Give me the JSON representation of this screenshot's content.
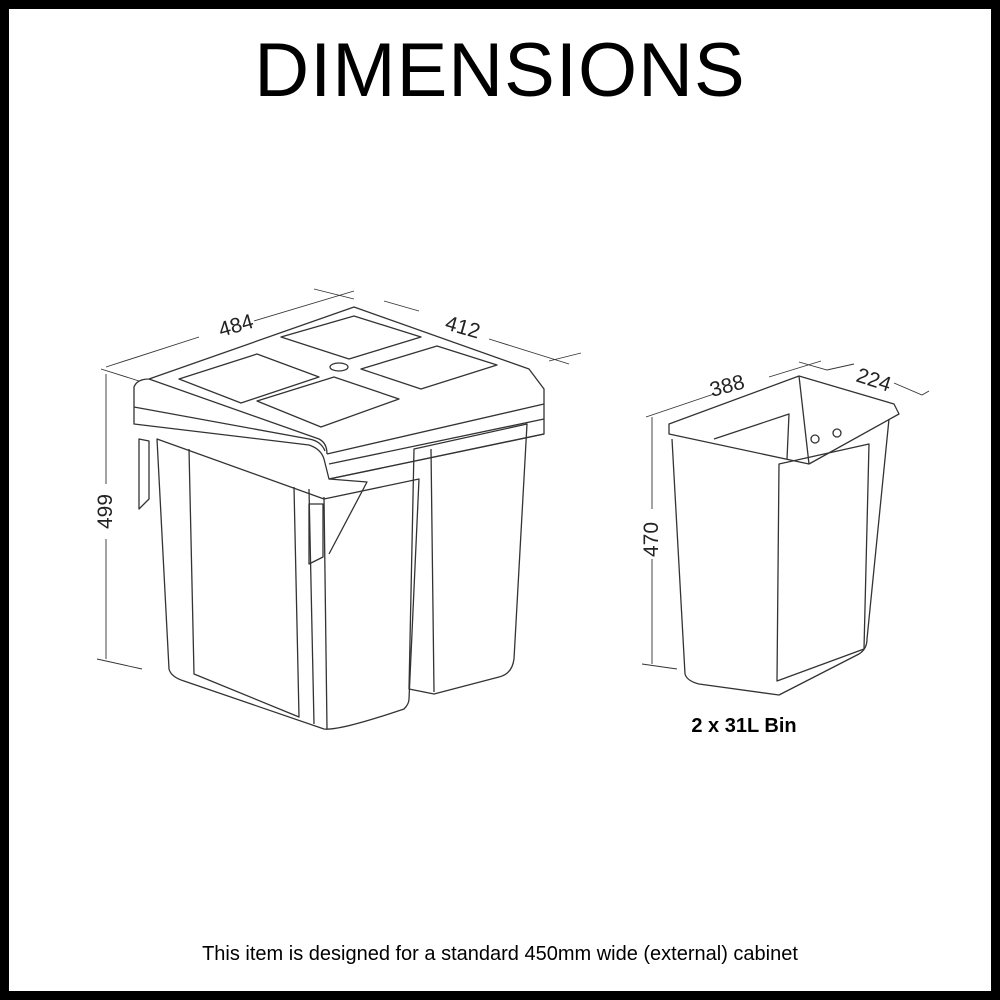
{
  "title": "DIMENSIONS",
  "main_unit": {
    "width": "484",
    "depth": "412",
    "height": "499"
  },
  "single_bin": {
    "width": "388",
    "depth": "224",
    "height": "470",
    "label": "2 x 31L Bin"
  },
  "footer": "This item is designed for a standard 450mm wide (external) cabinet",
  "colors": {
    "border": "#000000",
    "line": "#333333",
    "background": "#ffffff"
  }
}
